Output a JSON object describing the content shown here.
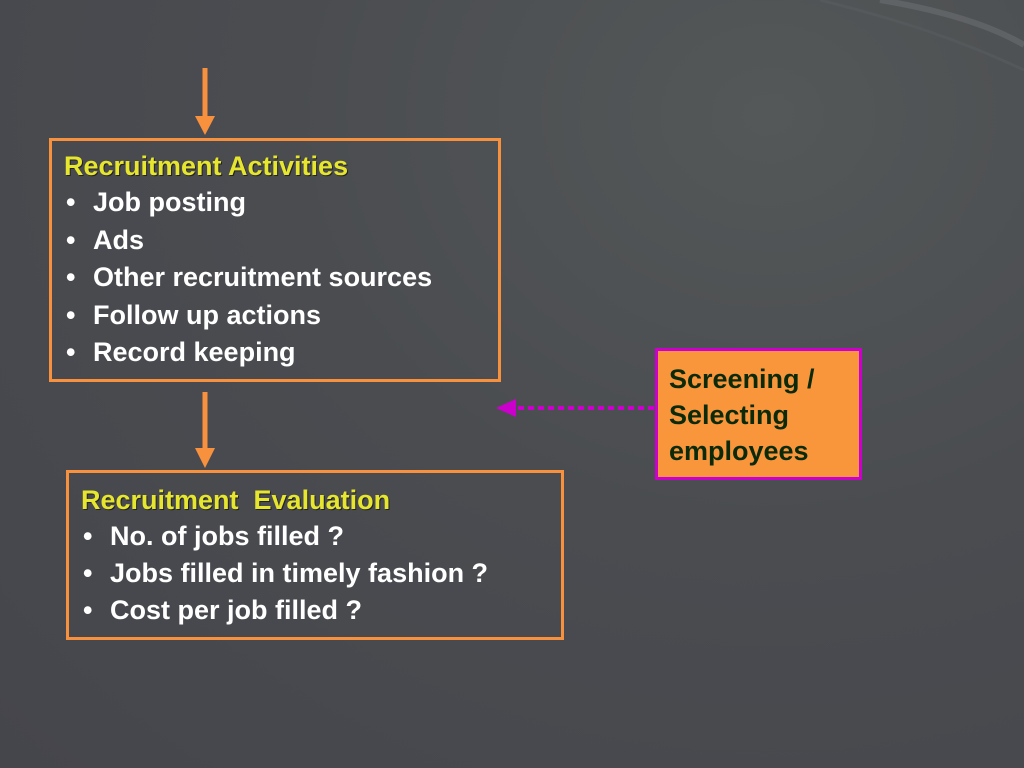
{
  "activities": {
    "title": "Recruitment Activities",
    "items": [
      "Job posting",
      "Ads",
      "Other recruitment sources",
      "Follow up actions",
      "Record keeping"
    ]
  },
  "evaluation": {
    "title": "Recruitment  Evaluation",
    "items": [
      "No. of jobs filled ?",
      "Jobs filled in timely fashion ?",
      "Cost per job filled ?"
    ]
  },
  "screening": {
    "text": "Screening /\nSelecting\nemployees"
  },
  "colors": {
    "box_border": "#f7913d",
    "arrow": "#f7913d",
    "dotted_arrow": "#cc00cc",
    "screening_fill": "#f9963c",
    "title_text": "#e6e62e"
  }
}
